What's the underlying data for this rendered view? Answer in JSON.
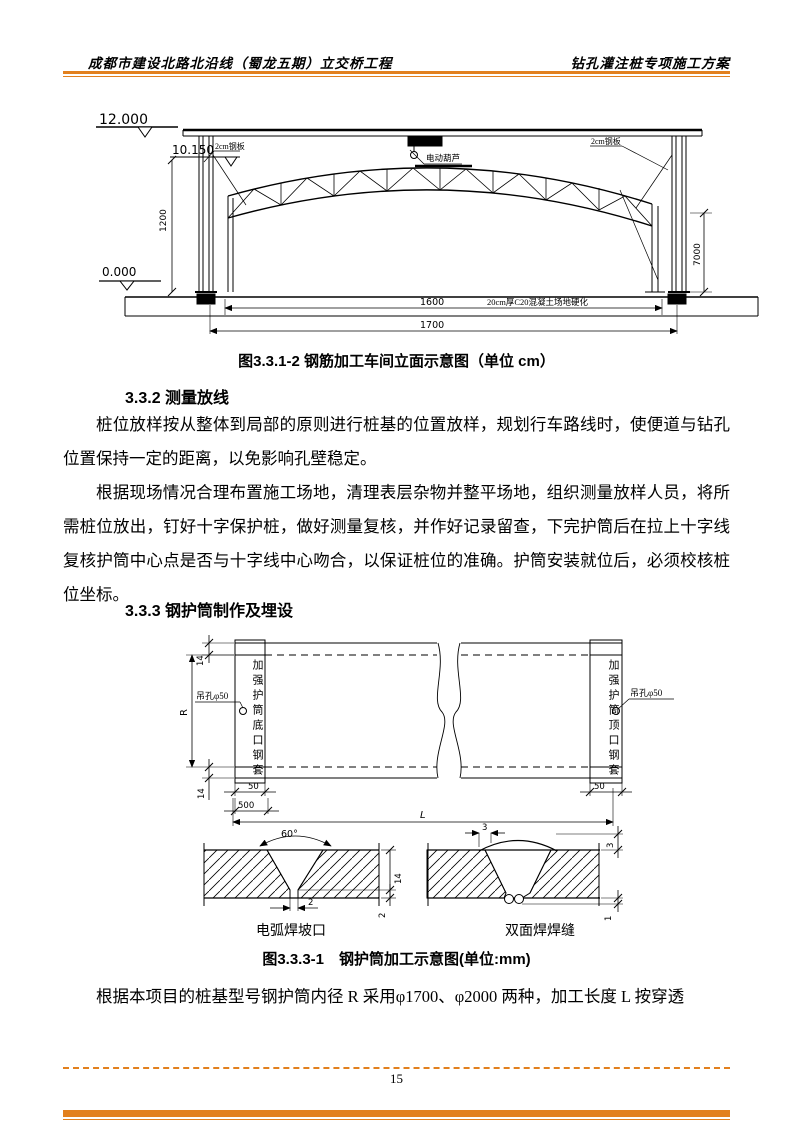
{
  "header": {
    "left_title": "成都市建设北路北沿线（蜀龙五期）立交桥工程",
    "right_title": "钻孔灌注桩专项施工方案",
    "accent_color": "#E2801E"
  },
  "figure_workshop": {
    "caption": "图3.3.1-2 钢筋加工车间立面示意图（单位 cm）",
    "elevation_top": "12.000",
    "elevation_crane": "10.150",
    "elevation_ground": "0.000",
    "label_hoist": "电动葫芦",
    "label_plate_left": "2cm钢板",
    "label_plate_right": "2cm钢板",
    "dim_column_height": "1200",
    "dim_clear_height": "7000",
    "dim_span_inner": "1600",
    "dim_span_outer": "1700",
    "label_ground_slab": "20cm厚C20混凝土场地硬化"
  },
  "section_measurement": {
    "heading": "3.3.2 测量放线",
    "para1": "桩位放样按从整体到局部的原则进行桩基的位置放样，规划行车路线时，使便道与钻孔位置保持一定的距离，以免影响孔壁稳定。",
    "para2": "根据现场情况合理布置施工场地，清理表层杂物并整平场地，组织测量放样人员，将所需桩位放出，钉好十字保护桩，做好测量复核，并作好记录留查，下完护筒后在拉上十字线复核护筒中心点是否与十字线中心吻合，以保证桩位的准确。护筒安装就位后，必须校核桩位坐标。"
  },
  "section_casing": {
    "heading": "3.3.3 钢护筒制作及埋设",
    "closing_para": "根据本项目的桩基型号钢护筒内径 R 采用φ1700、φ2000 两种，加工长度 L 按穿透"
  },
  "figure_casing": {
    "caption": "图3.3.3-1　钢护筒加工示意图(单位:mm)",
    "sleeve_bottom_label": "加强护筒底口钢套",
    "sleeve_top_label": "加强护筒顶口钢套",
    "hole_label_left": "吊孔φ50",
    "hole_label_right": "吊孔φ50",
    "dim_wall_top": "14",
    "dim_radius": "R",
    "dim_wall_bottom": "14",
    "dim_sleeve_left": "50",
    "dim_offset": "500",
    "dim_sleeve_right": "50",
    "dim_length": "L",
    "groove_angle": "60°",
    "groove_gap": "2",
    "groove_thickness": "14",
    "groove_root": "2",
    "weld_cap_width": "3",
    "weld_cap_height": "3",
    "weld_root_height": "1",
    "groove_label": "电弧焊坡口",
    "weld_label": "双面焊焊缝"
  },
  "footer": {
    "page_number": "15"
  }
}
